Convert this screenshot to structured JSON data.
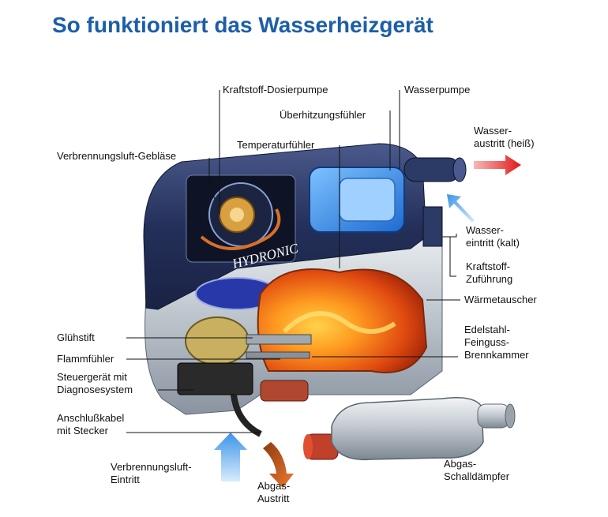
{
  "title": "So funktioniert das Wasserheizgerät",
  "brand_text": "HYDRONIC",
  "labels": {
    "dosierpumpe": [
      "Kraftstoff-Dosierpumpe"
    ],
    "wasserpumpe": [
      "Wasserpumpe"
    ],
    "ueberhitzung": [
      "Überhitzungsfühler"
    ],
    "temperatur": [
      "Temperaturfühler"
    ],
    "geblaese": [
      "Verbrennungsluft-Gebläse"
    ],
    "wasser_heiss": [
      "Wasser-",
      "austritt (heiß)"
    ],
    "wasser_kalt": [
      "Wasser-",
      "eintritt (kalt)"
    ],
    "kraftstoff": [
      "Kraftstoff-",
      "Zuführung"
    ],
    "waermetauscher": [
      "Wärmetauscher"
    ],
    "brennkammer": [
      "Edelstahl-",
      "Feinguss-",
      "Brennkammer"
    ],
    "gluehstift": [
      "Glühstift"
    ],
    "flammfuehler": [
      "Flammfühler"
    ],
    "steuergeraet": [
      "Steuergerät mit",
      "Diagnosesystem"
    ],
    "anschluss": [
      "Anschlußkabel",
      "mit Stecker"
    ],
    "verbrennungsluft": [
      "Verbrennungsluft-",
      "Eintritt"
    ],
    "abgas_austritt": [
      "Abgas-",
      "Austritt"
    ],
    "schalldaempfer": [
      "Abgas-",
      "Schalldämpfer"
    ]
  },
  "colors": {
    "title": "#1c5ea8",
    "housing": "#2a3560",
    "water": "#3a8fe0",
    "flame": "#f25a10",
    "hot_arrow": "#e02020",
    "cold_arrow": "#4aa0ea",
    "exhaust_arrow": "#c85a18",
    "leader": "#111111"
  }
}
